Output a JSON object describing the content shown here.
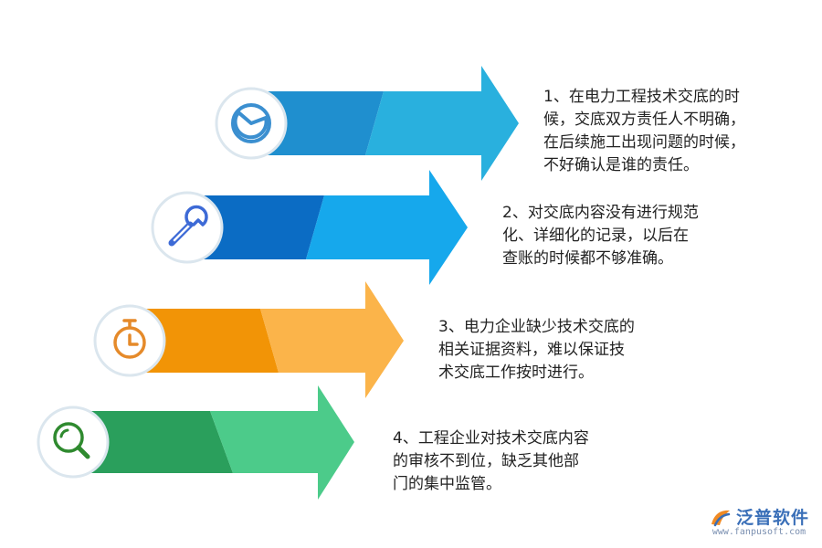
{
  "items": [
    {
      "lines": [
        "1、在电力工程技术交底的时",
        "候，交底双方责任人不明确，",
        "在后续施工出现问题的时候，",
        "不好确认是谁的责任。"
      ],
      "icon": "pie-chart-icon",
      "color_dark": "#1f8fcf",
      "color_light": "#29b0de",
      "icon_color": "#3b8fd0"
    },
    {
      "lines": [
        "2、对交底内容没有进行规范",
        "化、详细化的记录，以后在",
        "查账的时候都不够准确。"
      ],
      "icon": "wrench-icon",
      "color_dark": "#0b6cc4",
      "color_light": "#16a8ec",
      "icon_color": "#3d6ad6"
    },
    {
      "lines": [
        "3、电力企业缺少技术交底的",
        "相关证据资料，难以保证技",
        "术交底工作按时进行。"
      ],
      "icon": "stopwatch-icon",
      "color_dark": "#f29406",
      "color_light": "#fbb44a",
      "icon_color": "#e58a2a"
    },
    {
      "lines": [
        "4、工程企业对技术交底内容",
        "的审核不到位，缺乏其他部",
        "门的集中监管。"
      ],
      "icon": "magnifier-icon",
      "color_dark": "#2a9f5c",
      "color_light": "#4ccb8a",
      "icon_color": "#2f8a2f"
    }
  ],
  "logo": {
    "name": "泛普软件",
    "url": "www.fanpusoft.com",
    "color": "#3a6fb8"
  }
}
